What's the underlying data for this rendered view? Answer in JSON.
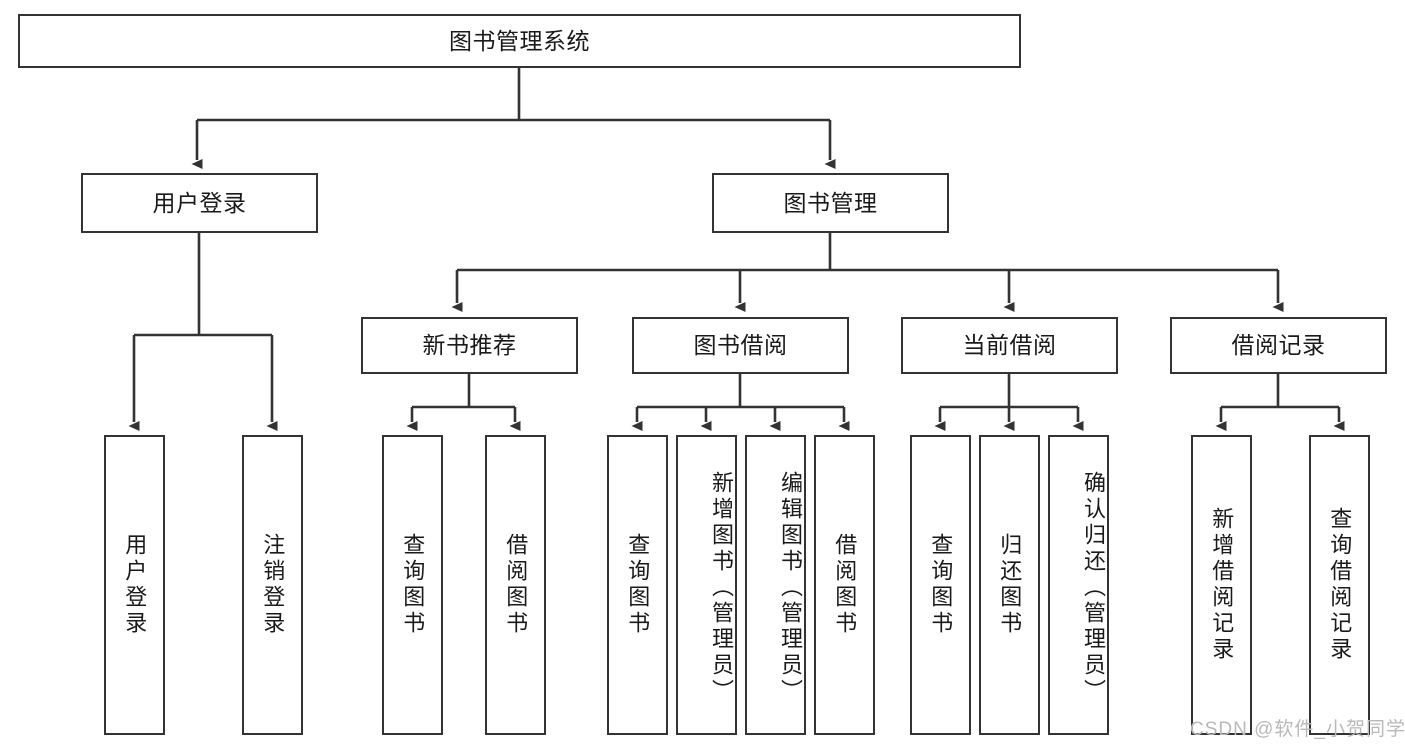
{
  "diagram": {
    "title": "图书管理系统",
    "type": "hierarchy-tree",
    "watermark": "CSDN @软件_小贺同学",
    "colors": {
      "stroke": "#333333",
      "fill": "#ffffff",
      "text": "#1a1a1a",
      "watermark": "#b9b9b9"
    },
    "nodes": {
      "root": {
        "label": "图书管理系统"
      },
      "tier2": [
        {
          "label": "用户登录"
        },
        {
          "label": "图书管理"
        }
      ],
      "tier3": [
        {
          "label": "新书推荐"
        },
        {
          "label": "图书借阅"
        },
        {
          "label": "当前借阅"
        },
        {
          "label": "借阅记录"
        }
      ],
      "leaves": {
        "user_login": [
          {
            "label": "用户登录"
          },
          {
            "label": "注销登录"
          }
        ],
        "new_book": [
          {
            "label": "查询图书"
          },
          {
            "label": "借阅图书"
          }
        ],
        "book_borrow": [
          {
            "label": "查询图书"
          },
          {
            "label": "新增图书（管理员）"
          },
          {
            "label": "编辑图书（管理员）"
          },
          {
            "label": "借阅图书"
          }
        ],
        "current_borrow": [
          {
            "label": "查询图书"
          },
          {
            "label": "归还图书"
          },
          {
            "label": "确认归还（管理员）"
          }
        ],
        "borrow_record": [
          {
            "label": "新增借阅记录"
          },
          {
            "label": "查询借阅记录"
          }
        ]
      }
    }
  }
}
